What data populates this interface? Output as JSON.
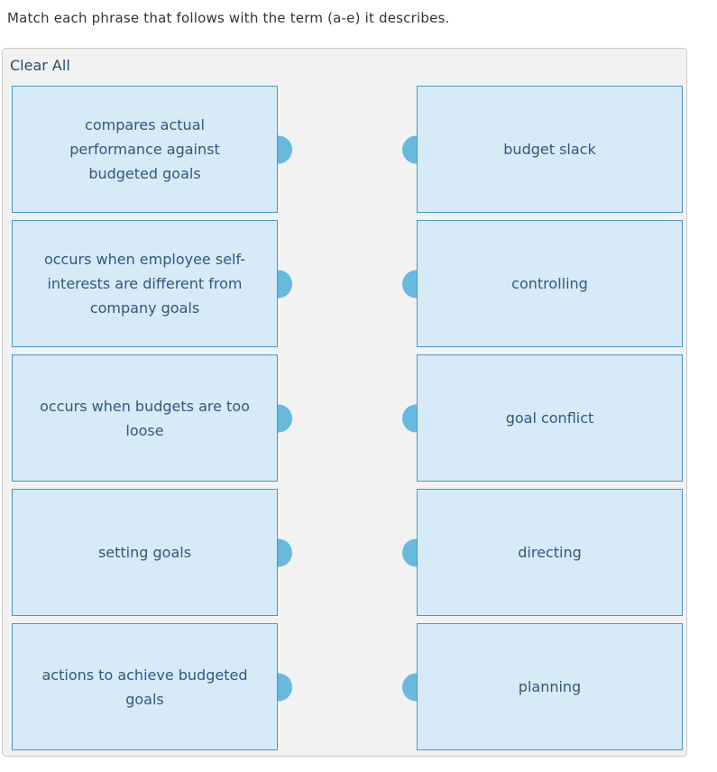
{
  "title": "Match each phrase that follows with the term (a-e) it describes.",
  "toolbar": {
    "clear_all_label": "Clear All"
  },
  "rows": [
    {
      "left": "compares actual\nperformance against\nbudgeted goals",
      "right": "budget slack"
    },
    {
      "left": "occurs when employee self-\ninterests are different from\ncompany goals",
      "right": "controlling"
    },
    {
      "left": "occurs when budgets are too\nloose",
      "right": "goal conflict"
    },
    {
      "left": "setting goals",
      "right": "directing"
    },
    {
      "left": "actions to achieve budgeted\ngoals",
      "right": "planning"
    }
  ],
  "colors": {
    "title_text": "#333333",
    "panel_background": "#f2f2f2",
    "panel_border": "#c9c9c9",
    "clear_all_text": "#27496d",
    "box_background": "#d6eaf7",
    "box_border": "#4a97c5",
    "box_text": "#33587a",
    "connector": "#69b8dd"
  }
}
